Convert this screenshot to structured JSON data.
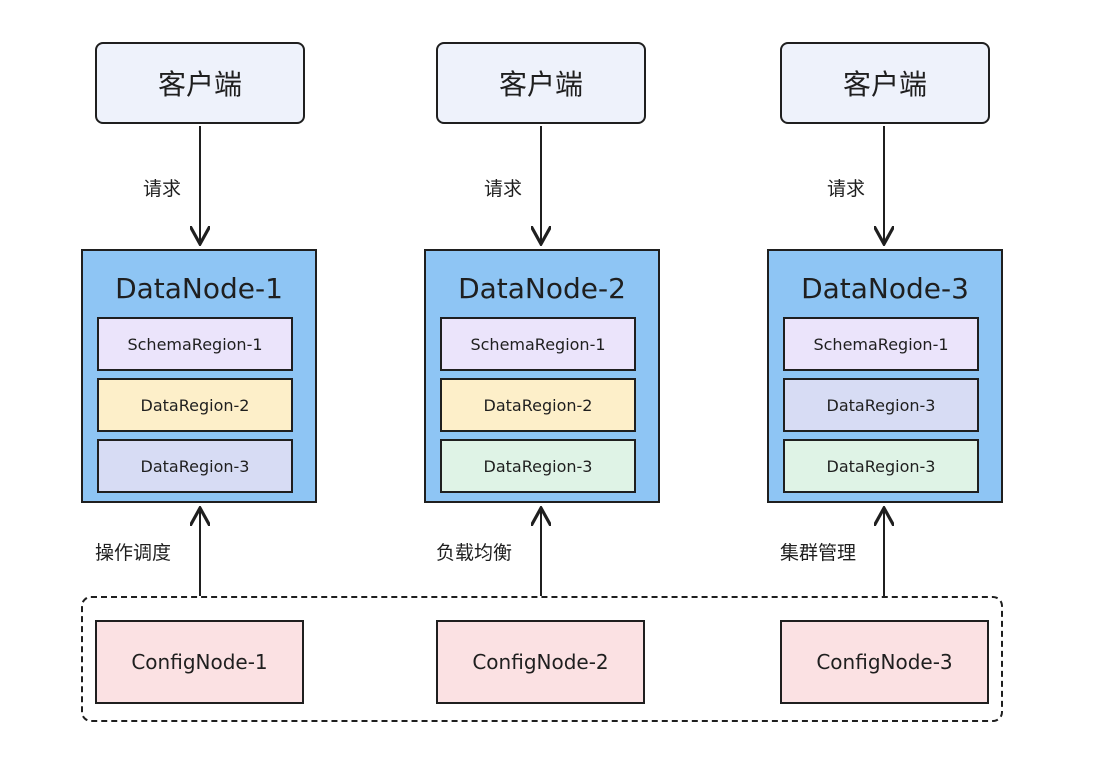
{
  "clients": [
    {
      "label": "客户端"
    },
    {
      "label": "客户端"
    },
    {
      "label": "客户端"
    }
  ],
  "request_labels": [
    "请求",
    "请求",
    "请求"
  ],
  "datanodes": [
    {
      "title": "DataNode-1",
      "regions": [
        {
          "label": "SchemaRegion-1",
          "color": "#ebe4fb"
        },
        {
          "label": "DataRegion-2",
          "color": "#fdefc9"
        },
        {
          "label": "DataRegion-3",
          "color": "#d7dcf4"
        }
      ]
    },
    {
      "title": "DataNode-2",
      "regions": [
        {
          "label": "SchemaRegion-1",
          "color": "#ebe4fb"
        },
        {
          "label": "DataRegion-2",
          "color": "#fdefc9"
        },
        {
          "label": "DataRegion-3",
          "color": "#dff3e6"
        }
      ]
    },
    {
      "title": "DataNode-3",
      "regions": [
        {
          "label": "SchemaRegion-1",
          "color": "#ebe4fb"
        },
        {
          "label": "DataRegion-3",
          "color": "#d7dcf4"
        },
        {
          "label": "DataRegion-3",
          "color": "#dff3e6"
        }
      ]
    }
  ],
  "support_labels": [
    "操作调度",
    "负载均衡",
    "集群管理"
  ],
  "confignodes": [
    {
      "label": "ConfigNode-1"
    },
    {
      "label": "ConfigNode-2"
    },
    {
      "label": "ConfigNode-3"
    }
  ],
  "colors": {
    "client_fill": "#eef2fb",
    "datanode_fill": "#8ec5f4",
    "confignode_fill": "#fbe1e3",
    "stroke": "#1f1f1f"
  }
}
